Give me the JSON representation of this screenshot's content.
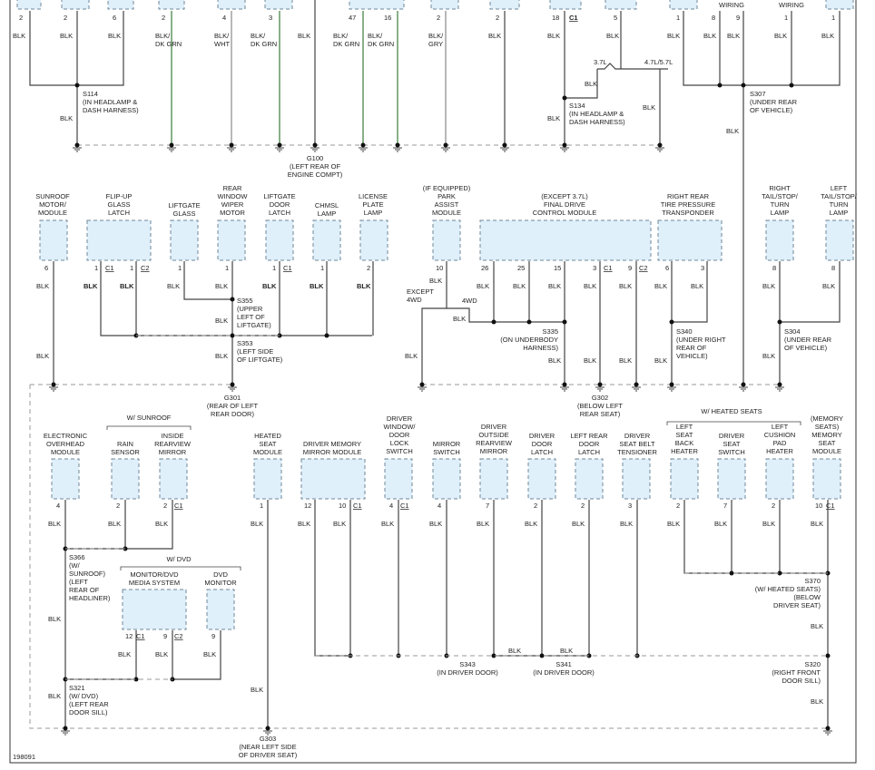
{
  "diagram_id": "198091",
  "top_row": {
    "pins": [
      "2",
      "2",
      "6",
      "2",
      "4",
      "3",
      "47",
      "16",
      "2",
      "2",
      "18",
      "5",
      "1",
      "8",
      "9",
      "1",
      "1"
    ],
    "connector_c1": "C1",
    "wiring_labels": [
      "WIRING",
      "WIRING"
    ],
    "wires": [
      "BLK",
      "BLK",
      "BLK",
      "BLK/\nDK GRN",
      "BLK/\nWHT",
      "BLK/\nDK GRN",
      "BLK",
      "BLK/\nDK GRN",
      "BLK/\nDK GRN",
      "BLK/\nGRY",
      "BLK",
      "BLK",
      "BLK",
      "BLK",
      "BLK",
      "BLK",
      "BLK",
      "BLK"
    ],
    "s114": "S114\n(IN HEADLAMP &\nDASH HARNESS)",
    "s134": "S134\n(IN HEADLAMP &\nDASH HARNESS)",
    "s307": "S307\n(UNDER REAR\nOF VEHICLE)",
    "g100": "G100\n(LEFT REAR OF\nENGINE COMPT)",
    "variant_37": "3.7L",
    "variant_47": "4.7L/5.7L"
  },
  "middle_row": {
    "components": [
      {
        "name": "SUNROOF\nMOTOR/\nMODULE",
        "pins": [
          "6"
        ]
      },
      {
        "name": "FLIP-UP\nGLASS\nLATCH",
        "pins": [
          "1",
          "C1",
          "1",
          "C2"
        ]
      },
      {
        "name": "LIFTGATE\nGLASS",
        "pins": [
          "1"
        ]
      },
      {
        "name": "REAR\nWINDOW\nWIPER\nMOTOR",
        "pins": [
          "1"
        ]
      },
      {
        "name": "LIFTGATE\nDOOR\nLATCH",
        "pins": [
          "1",
          "C1"
        ]
      },
      {
        "name": "CHMSL\nLAMP",
        "pins": [
          "1"
        ]
      },
      {
        "name": "LICENSE\nPLATE\nLAMP",
        "pins": [
          "2"
        ]
      },
      {
        "name": "(IF EQUIPPED)\nPARK\nASSIST\nMODULE",
        "pins": [
          "10"
        ]
      },
      {
        "name": "(EXCEPT 3.7L)\nFINAL DRIVE\nCONTROL MODULE",
        "pins": [
          "26",
          "25",
          "15",
          "3",
          "C1",
          "9",
          "C2"
        ]
      },
      {
        "name": "RIGHT REAR\nTIRE PRESSURE\nTRANSPONDER",
        "pins": [
          "6",
          "3"
        ]
      },
      {
        "name": "RIGHT\nTAIL/STOP/\nTURN\nLAMP",
        "pins": [
          "8"
        ]
      },
      {
        "name": "LEFT\nTAIL/STOP/\nTURN\nLAMP",
        "pins": [
          "8"
        ]
      }
    ],
    "wire": "BLK",
    "s355": "S355\n(UPPER\nLEFT OF\nLIFTGATE)",
    "s353": "S353\n(LEFT SIDE\nOF LIFTGATE)",
    "s335": "S335\n(ON UNDERBODY\nHARNESS)",
    "s340": "S340\n(UNDER RIGHT\nREAR OF\nVEHICLE)",
    "s304": "S304\n(UNDER REAR\nOF VEHICLE)",
    "g301": "G301\n(REAR OF LEFT\nREAR DOOR)",
    "g302": "G302\n(BELOW LEFT\nREAR SEAT)",
    "except_4wd": "EXCEPT\n4WD",
    "fourwd": "4WD"
  },
  "bottom_row": {
    "group_sunroof": "W/ SUNROOF",
    "group_heated": "W/ HEATED SEATS",
    "group_dvd": "W/ DVD",
    "components": [
      {
        "name": "ELECTRONIC\nOVERHEAD\nMODULE",
        "pins": [
          "4"
        ]
      },
      {
        "name": "RAIN\nSENSOR",
        "pins": [
          "2"
        ]
      },
      {
        "name": "INSIDE\nREARVIEW\nMIRROR",
        "pins": [
          "2",
          "C1"
        ]
      },
      {
        "name": "HEATED\nSEAT\nMODULE",
        "pins": [
          "1"
        ]
      },
      {
        "name": "DRIVER MEMORY\nMIRROR MODULE",
        "pins": [
          "12",
          "10",
          "C1"
        ]
      },
      {
        "name": "DRIVER\nWINDOW/\nDOOR\nLOCK\nSWITCH",
        "pins": [
          "4",
          "C1"
        ]
      },
      {
        "name": "MIRROR\nSWITCH",
        "pins": [
          "4"
        ]
      },
      {
        "name": "DRIVER\nOUTSIDE\nREARVIEW\nMIRROR",
        "pins": [
          "7"
        ]
      },
      {
        "name": "DRIVER\nDOOR\nLATCH",
        "pins": [
          "2"
        ]
      },
      {
        "name": "LEFT REAR\nDOOR\nLATCH",
        "pins": [
          "2"
        ]
      },
      {
        "name": "DRIVER\nSEAT BELT\nTENSIONER",
        "pins": [
          "3"
        ]
      },
      {
        "name": "LEFT\nSEAT\nBACK\nHEATER",
        "pins": [
          "2"
        ]
      },
      {
        "name": "DRIVER\nSEAT\nSWITCH",
        "pins": [
          "7"
        ]
      },
      {
        "name": "LEFT\nCUSHION\nPAD\nHEATER",
        "pins": [
          "2"
        ]
      },
      {
        "name": "(MEMORY\nSEATS)\nMEMORY\nSEAT\nMODULE",
        "pins": [
          "10",
          "C1"
        ]
      },
      {
        "name": "MONITOR/DVD\nMEDIA SYSTEM",
        "pins": [
          "12",
          "C1",
          "9",
          "C2"
        ]
      },
      {
        "name": "DVD\nMONITOR",
        "pins": [
          "9"
        ]
      }
    ],
    "wire": "BLK",
    "s366": "S366\n(W/\nSUNROOF)\n(LEFT\nREAR OF\nHEADLINER)",
    "s321": "S321\n(W/ DVD)\n(LEFT REAR\nDOOR SILL)",
    "s343": "S343\n(IN DRIVER DOOR)",
    "s341": "S341\n(IN DRIVER DOOR)",
    "s370": "S370\n(W/ HEATED SEATS)\n(BELOW\nDRIVER SEAT)",
    "s320": "S320\n(RIGHT FRONT\nDOOR SILL)",
    "g303": "G303\n(NEAR LEFT SIDE\nOF DRIVER SEAT)"
  }
}
